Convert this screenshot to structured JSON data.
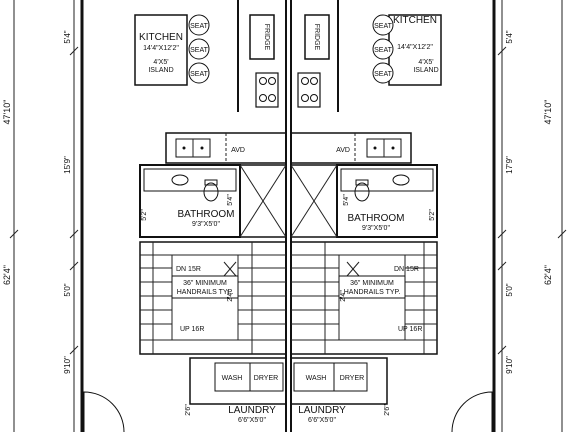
{
  "units": {
    "left": {
      "kitchen": {
        "name": "KITCHEN",
        "dims": "14'4\"X12'2\"",
        "island": [
          "4'X5'",
          "ISLAND"
        ]
      },
      "fridge": "FRIDGE",
      "seats": [
        "SEAT",
        "SEAT",
        "SEAT"
      ],
      "avd": "AVD",
      "bathroom": {
        "name": "BATHROOM",
        "dims": "9'3\"X5'0\""
      },
      "stair": {
        "dn": "DN 15R",
        "up": "UP 16R",
        "note": [
          "36\" MINIMUM",
          "HANDRAILS TYP."
        ]
      },
      "wash": "WASH",
      "dryer": "DRYER",
      "laundry": {
        "name": "LAUNDRY",
        "dims": "6'6\"X5'0\""
      }
    },
    "right": {
      "kitchen": {
        "name": "KITCHEN",
        "dims": "14'4\"X12'2\"",
        "island": [
          "4'X5'",
          "ISLAND"
        ]
      },
      "fridge": "FRIDGE",
      "seats": [
        "SEAT",
        "SEAT",
        "SEAT"
      ],
      "avd": "AVD",
      "bathroom": {
        "name": "BATHROOM",
        "dims": "9'3\"X5'0\""
      },
      "stair": {
        "dn": "DN 15R",
        "up": "UP 16R",
        "note": [
          "36\" MINIMUM",
          "HANDRAILS TYP."
        ]
      },
      "wash": "WASH",
      "dryer": "DRYER",
      "laundry": {
        "name": "LAUNDRY",
        "dims": "6'6\"X5'0\""
      }
    }
  },
  "dimensions": {
    "left_outer": [
      "47'10\"",
      "62'4\""
    ],
    "left_inner": [
      "5'4\"",
      "15'9\"",
      "5'0\"",
      "9'10\""
    ],
    "right_outer": [
      "47'10\"",
      "62'4\""
    ],
    "right_inner": [
      "5'4\"",
      "17'9\"",
      "5'0\"",
      "9'10\""
    ],
    "small": [
      "5'4\"",
      "5'4\"",
      "5'2\"",
      "5'2\"",
      "2'4\"",
      "2'4\"",
      "2'6\"",
      "2'6\""
    ]
  }
}
